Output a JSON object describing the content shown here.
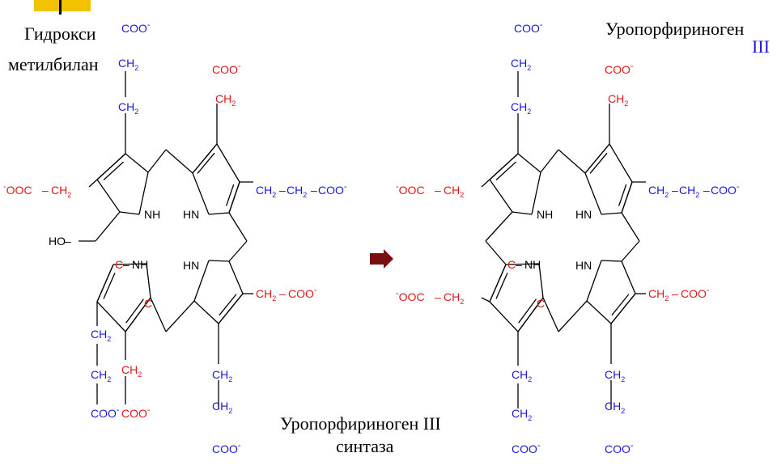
{
  "labels": {
    "hmb_line1": "Гидрокси",
    "hmb_line2": "метилбилан",
    "uro_title": "Уропорфириноген",
    "uro_numeral": "III",
    "enzyme_line1": "Уропорфириноген III",
    "enzyme_line2": "синтаза"
  },
  "chem": {
    "coo": "COO",
    "ooc": "OOC",
    "ch2": "CH",
    "sub2": "2",
    "minus": "-",
    "nh": "NH",
    "hn": "HN",
    "ho": "HO",
    "c": "C",
    "dash": "–"
  },
  "colors": {
    "blue": "#1a1ad6",
    "red": "#e01818",
    "black": "#000000",
    "arrow": "#7a0e0e",
    "accent_yellow": "#f2c200"
  }
}
